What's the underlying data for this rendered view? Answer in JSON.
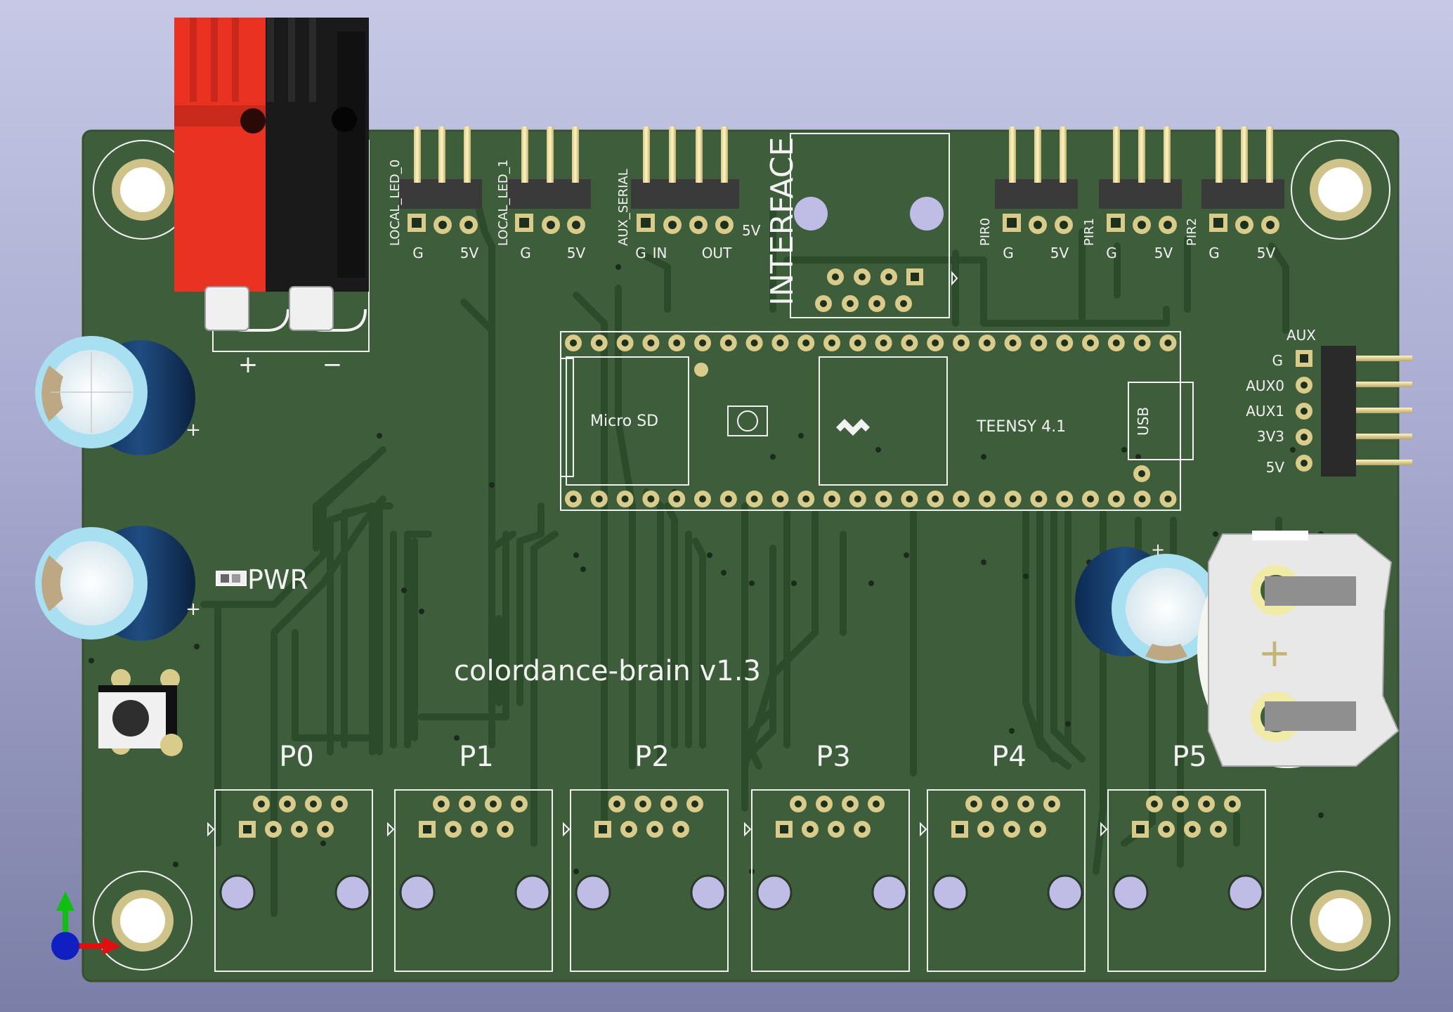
{
  "board": {
    "title": "colordance-brain v1.3",
    "pcb_color": "#3e5e3b",
    "trace_color": "#2c4a2a",
    "silk_color": "#f2f2f2"
  },
  "power": {
    "plus": "+",
    "minus": "−",
    "led_label": "PWR"
  },
  "headers": {
    "local_led_0": {
      "name": "LOCAL_LED_0",
      "pin_left": "G",
      "pin_right": "5V"
    },
    "local_led_1": {
      "name": "LOCAL_LED_1",
      "pin_left": "G",
      "pin_right": "5V"
    },
    "aux_serial": {
      "name": "AUX_SERIAL",
      "pin_g": "G",
      "pin_in": "IN",
      "pin_out": "OUT",
      "pin_5v": "5V"
    },
    "pir0": {
      "name": "PIR0",
      "pin_left": "G",
      "pin_right": "5V"
    },
    "pir1": {
      "name": "PIR1",
      "pin_left": "G",
      "pin_right": "5V"
    },
    "pir2": {
      "name": "PIR2",
      "pin_left": "G",
      "pin_right": "5V"
    }
  },
  "interface": {
    "label": "INTERFACE"
  },
  "teensy": {
    "name": "TEENSY 4.1",
    "sd_label": "Micro SD",
    "usb_label": "USB"
  },
  "aux": {
    "title": "AUX",
    "pins": [
      "G",
      "AUX0",
      "AUX1",
      "3V3",
      "5V"
    ]
  },
  "battery": {
    "plus": "+"
  },
  "ports": [
    "P0",
    "P1",
    "P2",
    "P3",
    "P4",
    "P5"
  ],
  "axis": {
    "x_color": "#e01010",
    "y_color": "#10c010",
    "z_color": "#1020c0"
  }
}
